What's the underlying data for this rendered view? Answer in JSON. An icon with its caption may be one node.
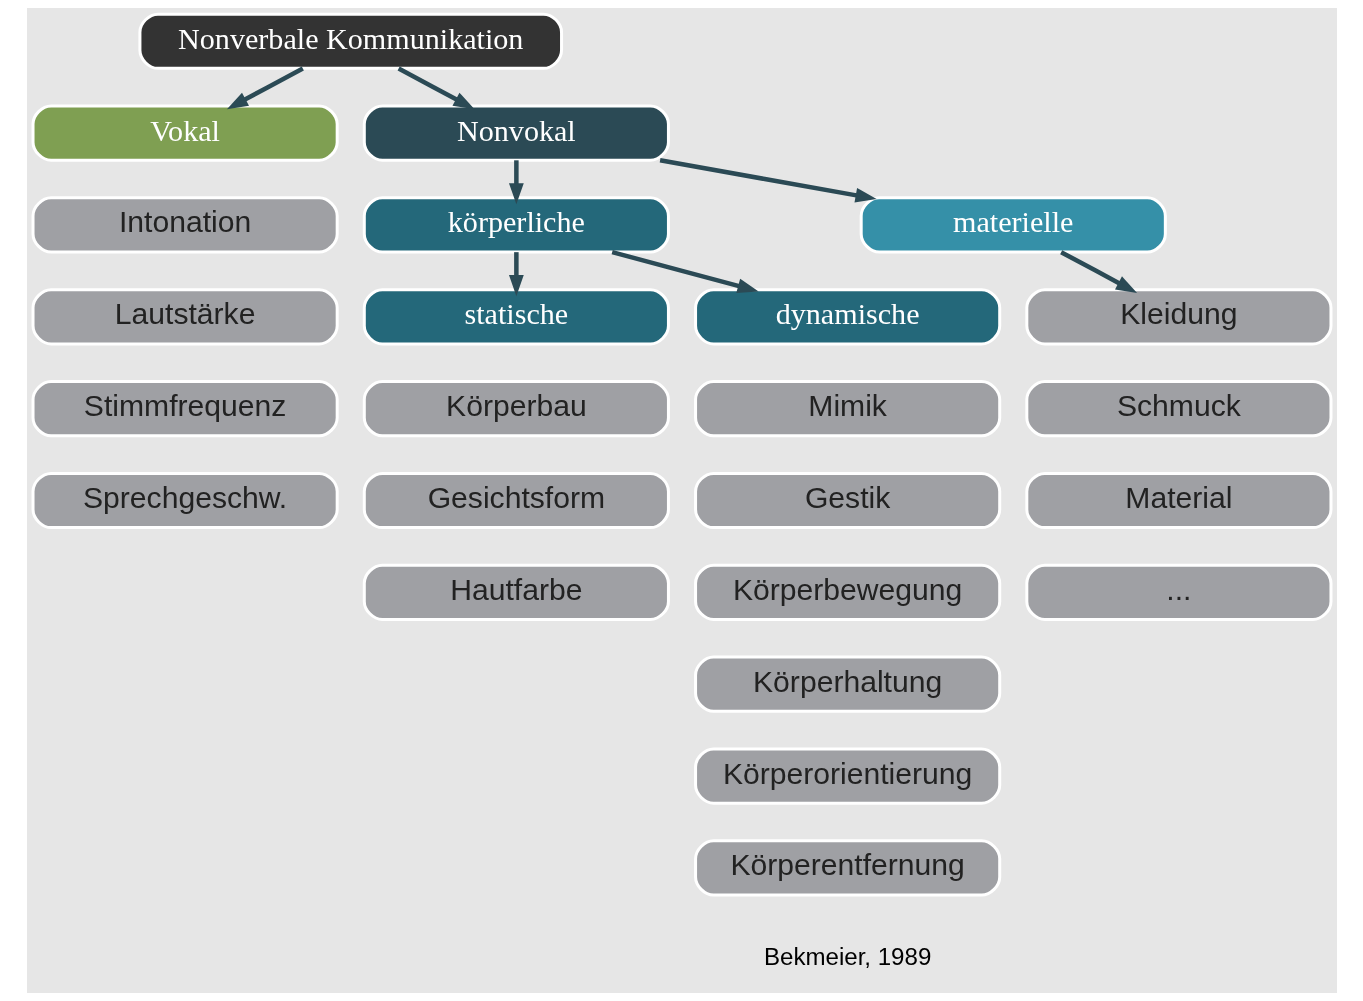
{
  "diagram": {
    "nodes": [
      {
        "text": [
          "Nonverbale Kommunikation"
        ]
      },
      {
        "text": [
          "Vokal"
        ]
      },
      {
        "text": [
          "Intonation"
        ]
      },
      {
        "text": [
          "Lautstärke"
        ]
      },
      {
        "text": [
          "Stimmfrequenz"
        ]
      },
      {
        "text": [
          "Sprechgeschw."
        ]
      },
      {
        "text": [
          "Nonvokal"
        ]
      },
      {
        "text": [
          "körperliche"
        ]
      },
      {
        "text": [
          "materielle"
        ]
      },
      {
        "text": [
          "statische"
        ]
      },
      {
        "text": [
          "Körperbau"
        ]
      },
      {
        "text": [
          "Gesichtsform"
        ]
      },
      {
        "text": [
          "Hautfarbe"
        ]
      },
      {
        "text": [
          "dynamische"
        ]
      },
      {
        "text": [
          "Mimik"
        ]
      },
      {
        "text": [
          "Gestik"
        ]
      },
      {
        "text": [
          "Körperbewegung"
        ]
      },
      {
        "text": [
          "Körperhaltung"
        ]
      },
      {
        "text": [
          "Körperorientierung"
        ]
      },
      {
        "text": [
          "Körperentfernung"
        ]
      },
      {
        "text": [
          "Kleidung"
        ]
      },
      {
        "text": [
          "Schmuck"
        ]
      },
      {
        "text": [
          "Material"
        ]
      },
      {
        "text": [
          "..."
        ]
      }
    ],
    "edges": [
      {
        "from": 0,
        "to": 1,
        "arrow": "to"
      },
      {
        "from": 0,
        "to": 6,
        "arrow": "to"
      },
      {
        "from": 6,
        "to": 7,
        "arrow": "to"
      },
      {
        "from": 6,
        "to": 8,
        "arrow": "to"
      },
      {
        "from": 7,
        "to": 9,
        "arrow": "to"
      },
      {
        "from": 7,
        "to": 13,
        "arrow": "to"
      },
      {
        "from": 8,
        "to": 20,
        "arrow": "to"
      }
    ],
    "labels": [
      "Bekmeier, 1989"
    ]
  }
}
